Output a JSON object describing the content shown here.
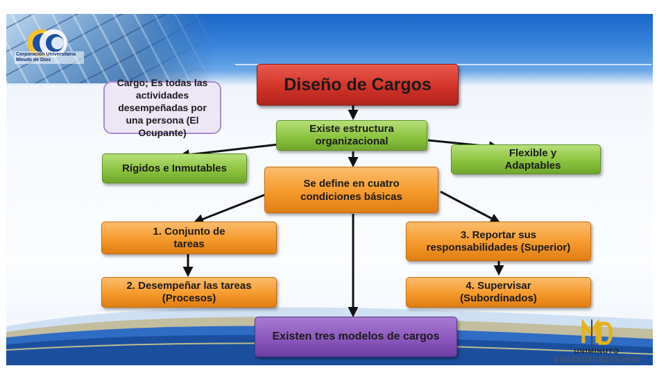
{
  "diagram": {
    "title": "Diseño de Cargos",
    "definition": "Cargo; Es todas las actividades desempeñadas por una persona (El Ocupante)",
    "structure": "Existe estructura organizacional",
    "rigid": "Rígidos e Inmutables",
    "flexible": "Flexible y Adaptables",
    "conditions": "Se define en cuatro condiciones básicas",
    "condition_1": "1. Conjunto de tareas",
    "condition_2": "2. Desempeñar las tareas (Procesos)",
    "condition_3": "3. Reportar sus responsabilidades (Superior)",
    "condition_4": "4. Supervisar (Subordinados)",
    "models": "Existen tres modelos de cargos"
  },
  "branding": {
    "logo_icon": "uniminuto-cc-logo-icon",
    "logo_text": "Corporación Universitaria Minuto de Dios",
    "footer_logo": "uniminuto-md-logo-icon",
    "footer_name": "UNIMINUTO"
  },
  "colors": {
    "title_box": "#d23329",
    "green_box": "#8cc43f",
    "orange_box": "#f59a2c",
    "purple_box": "#8c58bd",
    "definition_box": "#ece6f5",
    "header": "#1a66c9"
  }
}
